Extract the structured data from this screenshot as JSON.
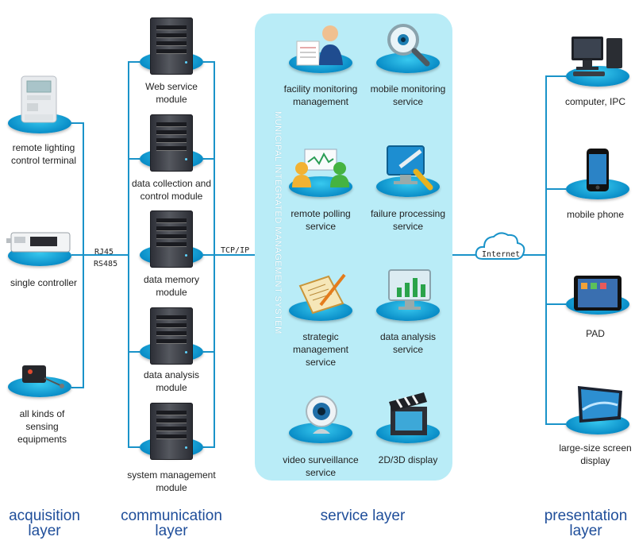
{
  "layers": {
    "acquisition": "acquisition\nlayer",
    "communication": "communication\nlayer",
    "service": "service layer",
    "presentation": "presentation\nlayer"
  },
  "acquisition_items": [
    "remote lighting\ncontrol terminal",
    "single controller",
    "all kinds of\nsensing\nequipments"
  ],
  "communication_items": [
    "Web service\nmodule",
    "data collection and\ncontrol module",
    "data memory\nmodule",
    "data analysis\nmodule",
    "system management\nmodule"
  ],
  "service_panel_title": "MUNICIPAL INTEGRATED MANAGEMENT SYSTEM",
  "service_items": [
    "facility monitoring\nmanagement",
    "mobile monitoring\nservice",
    "remote polling\nservice",
    "failure processing\nservice",
    "strategic\nmanagement\nservice",
    "data analysis\nservice",
    "video surveillance\nservice",
    "2D/3D display"
  ],
  "presentation_items": [
    "computer, IPC",
    "mobile phone",
    "PAD",
    "large-size screen\ndisplay"
  ],
  "links": {
    "rj45": "RJ45",
    "rs485": "RS485",
    "tcpip": "TCP/IP",
    "internet": "Internet"
  }
}
